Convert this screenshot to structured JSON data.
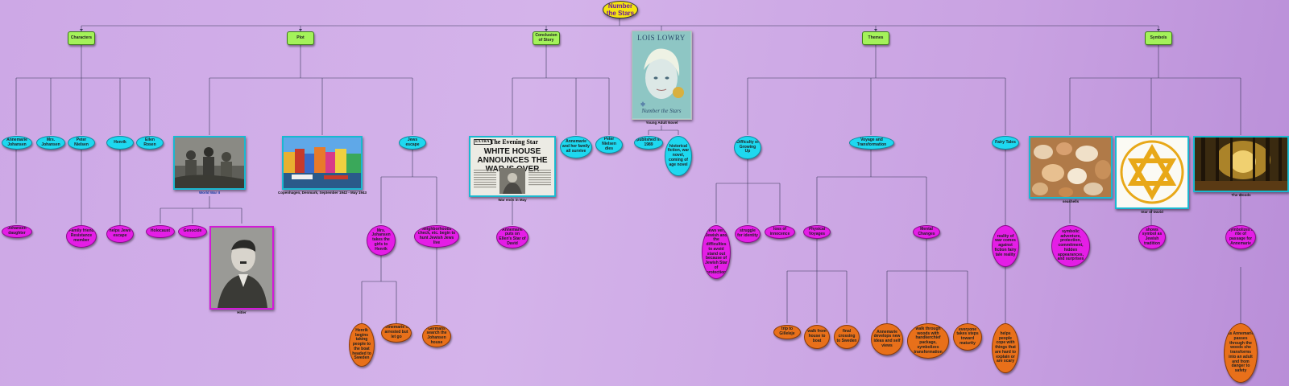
{
  "root": "Number the Stars",
  "categories": {
    "characters": "Characters",
    "plot": "Plot",
    "conclusion": "Conclusion of Story",
    "themes": "Themes",
    "symbols": "Symbols"
  },
  "characters": {
    "annemarie": "Annemarie Johansen",
    "mrs_johansen": "Mrs. Johansen",
    "peter": "Peter Nielsen",
    "henrik": "Henrik",
    "ellen": "Ellen Rosen",
    "annemarie_desc": "Johansen daughter",
    "peter_desc": "Family friend Resistance member",
    "henrik_desc": "helps Jews escape"
  },
  "plot": {
    "ww2_caption": "World War II",
    "holocaust": "Holocaust",
    "genocide": "Genocide",
    "hitler_caption": "Hitler",
    "copenhagen_caption": "Copenhagen, Denmark, September 1942 - May 1943",
    "jews_escape": "Jews escape",
    "uncle": "Mrs. Johansen takes the girls to Henrik",
    "neighborhoods": "Neighborhoods check, etc. begin to hunt Jewish Jews live",
    "henrik_boat": "Henrik begins taking people to the boat headed to Sweden",
    "arrested": "Annemarie is arrested but let go",
    "germans_search": "Germans search the Johansen house"
  },
  "conclusion": {
    "newspaper_caption": "War ends in May",
    "annemarie_family": "Annemarie and her family all survive",
    "peter_dies": "Peter Nielsen dies",
    "returns": "Annemarie puts on Ellen's Star of David"
  },
  "book": {
    "author": "LOIS LOWRY",
    "title": "Number the Stars",
    "caption": "Young Adult Novel",
    "published": "published in 1989",
    "historical": "historical fiction, war novel, coming of age novel"
  },
  "themes": {
    "difficulty": "Difficulty of Growing Up",
    "voyage": "Voyage and Transformation",
    "fairy": "Fairy Tales",
    "stand_out": "Jews very Jewish and the difficulties to avoid stand out because of Jewish Star of protection",
    "struggle": "struggle for identity",
    "loss": "loss of innocence",
    "physical": "Physical Voyages",
    "mental": "Mental Changes",
    "trip": "trip to Gilleleje",
    "walk_house": "walk from house to boat",
    "final": "final crossing to Sweden",
    "develops": "Annemarie develops new ideas and self views",
    "walk_woods": "walk through woods with handkerchief package, symbolizes transformation",
    "everyone": "everyone takes steps toward maturity",
    "reality": "reality of war comes against fiction fairy tale reality",
    "helps": "helps people cope with things that are hard to explain or are scary"
  },
  "symbols": {
    "seashells_caption": "seashells",
    "star_caption": "Star of David",
    "woods_caption": "The Woods",
    "seashells_desc": "symbolic adventure, protection, commitment, hidden appearances, and surprises",
    "star_desc": "shows symbol as Jewish tradition",
    "woods_desc": "Symbolizes a rite of passage for Annemarie",
    "woods_long": "as Annemarie passes through the woods she transforms into an adult and from danger to safety"
  },
  "newspaper": {
    "paper_name": "The Evening Star",
    "headline": "WHITE HOUSE ANNOUNCES THE WAR IS OVER",
    "extra": "EXTRA"
  },
  "colors": {
    "category": "#a4f25a",
    "cyan": "#1ed8f0",
    "magenta": "#e41ee6",
    "orange": "#e8701a",
    "root": "#f4e410"
  }
}
